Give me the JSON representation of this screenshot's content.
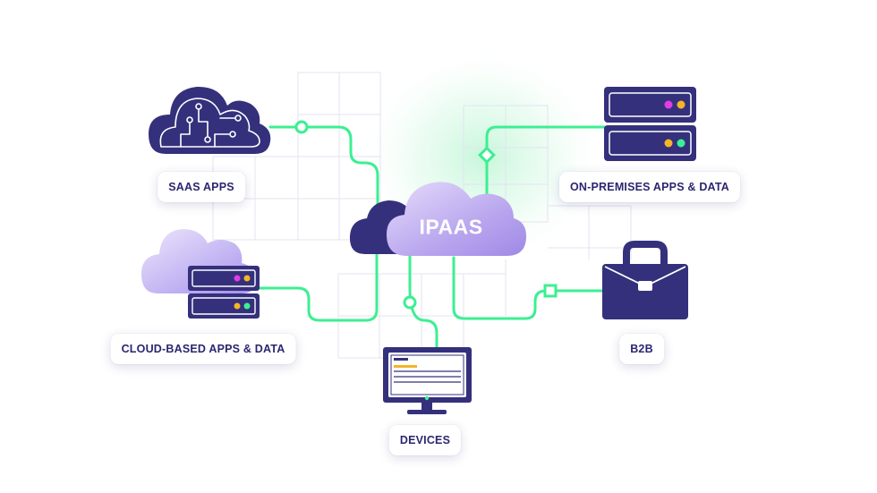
{
  "hub": {
    "label": "IPAAS"
  },
  "nodes": {
    "saas": {
      "label": "SAAS APPS"
    },
    "onprem": {
      "label": "ON-PREMISES APPS & DATA"
    },
    "cloud": {
      "label": "CLOUD-BASED APPS & DATA"
    },
    "b2b": {
      "label": "B2B"
    },
    "devices": {
      "label": "DEVICES"
    }
  },
  "colors": {
    "navy": "#35307c",
    "lavender": "#d9cdf7",
    "lavender_dark": "#b4a2ef",
    "connector": "#3cef92",
    "grid": "#e4e3f1",
    "glow": "#c9f7dc",
    "dot_magenta": "#e23ce6",
    "dot_amber": "#f4b526",
    "dot_green": "#3cef92"
  },
  "icons": {
    "saas": "circuit-cloud-icon",
    "onprem": "server-rack-icon",
    "cloud": "cloud-server-icon",
    "b2b": "briefcase-icon",
    "devices": "monitor-icon",
    "hub": "double-cloud-icon"
  }
}
